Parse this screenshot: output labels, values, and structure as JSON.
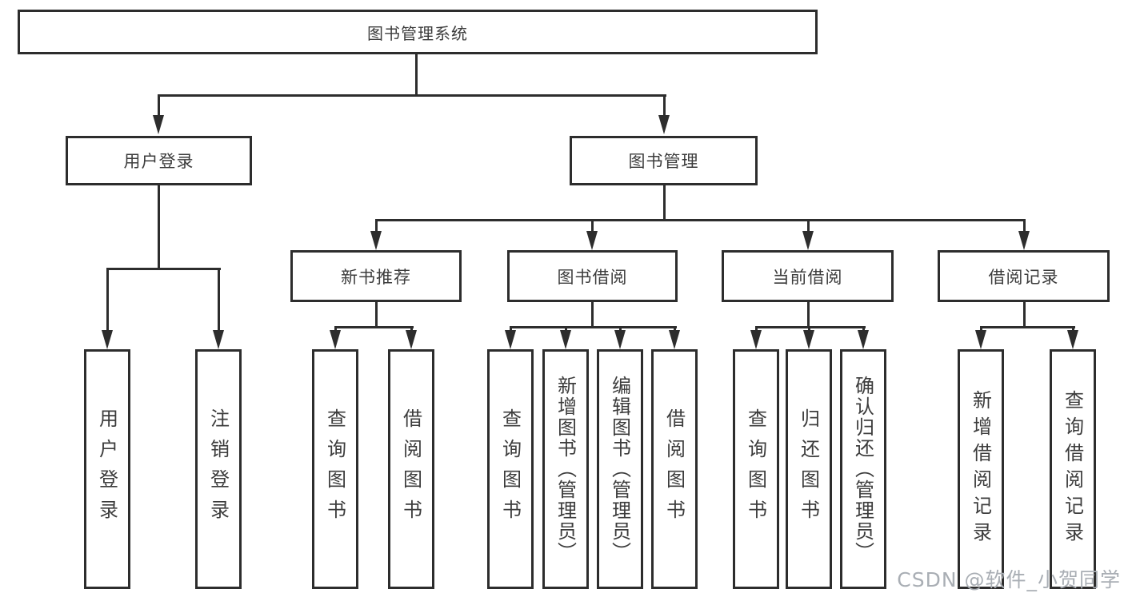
{
  "colors": {
    "line": "#2d2d2d",
    "text": "#3c3c3c",
    "background": "#ffffff",
    "watermark": "#a9aeb4"
  },
  "watermark": {
    "text": "CSDN @软件_小贺同学"
  },
  "tree": {
    "root": {
      "label": "图书管理系统"
    },
    "branches": [
      {
        "label": "用户登录",
        "children": [
          {
            "label": "用户登录"
          },
          {
            "label": "注销登录"
          }
        ]
      },
      {
        "label": "图书管理",
        "children": [
          {
            "label": "新书推荐",
            "children": [
              {
                "label": "查询图书"
              },
              {
                "label": "借阅图书"
              }
            ]
          },
          {
            "label": "图书借阅",
            "children": [
              {
                "label": "查询图书"
              },
              {
                "label": "新增图书（管理员）"
              },
              {
                "label": "编辑图书（管理员）"
              },
              {
                "label": "借阅图书"
              }
            ]
          },
          {
            "label": "当前借阅",
            "children": [
              {
                "label": "查询图书"
              },
              {
                "label": "归还图书"
              },
              {
                "label": "确认归还（管理员）"
              }
            ]
          },
          {
            "label": "借阅记录",
            "children": [
              {
                "label": "新增借阅记录"
              },
              {
                "label": "查询借阅记录"
              }
            ]
          }
        ]
      }
    ]
  }
}
